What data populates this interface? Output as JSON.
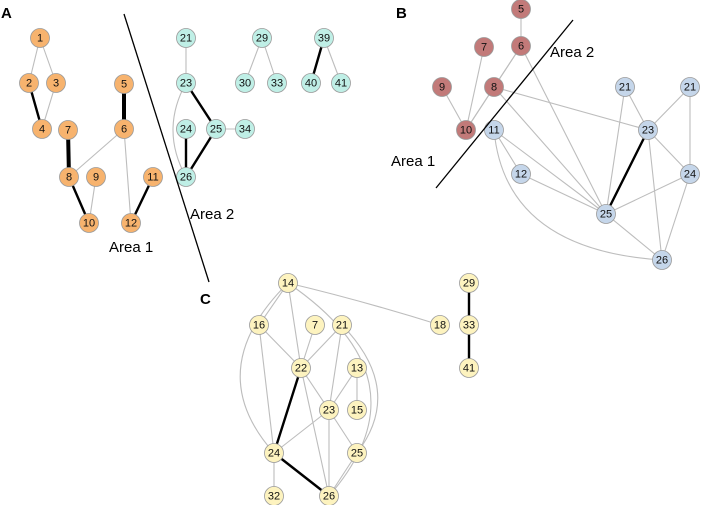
{
  "colors": {
    "A_area1": "#F7B36E",
    "A_area2": "#BFEFE6",
    "B_area1": "#C27A79",
    "B_area2": "#C5D6EA",
    "C": "#FDF3BF",
    "edge_light": "#BDBDBD",
    "edge_strong": "#000000"
  },
  "panels": [
    {
      "label": "A",
      "area_labels": [
        "Area 1",
        "Area 2"
      ],
      "nodes": [
        {
          "id": "1",
          "group": "area1"
        },
        {
          "id": "2",
          "group": "area1"
        },
        {
          "id": "3",
          "group": "area1"
        },
        {
          "id": "4",
          "group": "area1"
        },
        {
          "id": "5",
          "group": "area1"
        },
        {
          "id": "6",
          "group": "area1"
        },
        {
          "id": "7",
          "group": "area1"
        },
        {
          "id": "8",
          "group": "area1"
        },
        {
          "id": "9",
          "group": "area1"
        },
        {
          "id": "10",
          "group": "area1"
        },
        {
          "id": "11",
          "group": "area1"
        },
        {
          "id": "12",
          "group": "area1"
        },
        {
          "id": "21",
          "group": "area2"
        },
        {
          "id": "23",
          "group": "area2"
        },
        {
          "id": "24",
          "group": "area2"
        },
        {
          "id": "25",
          "group": "area2"
        },
        {
          "id": "26",
          "group": "area2"
        },
        {
          "id": "29",
          "group": "area2"
        },
        {
          "id": "30",
          "group": "area2"
        },
        {
          "id": "33",
          "group": "area2"
        },
        {
          "id": "34",
          "group": "area2"
        },
        {
          "id": "39",
          "group": "area2"
        },
        {
          "id": "40",
          "group": "area2"
        },
        {
          "id": "41",
          "group": "area2"
        }
      ],
      "edges": [
        [
          "1",
          "2",
          "light"
        ],
        [
          "1",
          "3",
          "light"
        ],
        [
          "2",
          "4",
          "strong"
        ],
        [
          "3",
          "4",
          "light"
        ],
        [
          "5",
          "6",
          "heavy"
        ],
        [
          "6",
          "8",
          "light"
        ],
        [
          "6",
          "12",
          "light"
        ],
        [
          "7",
          "8",
          "heavy"
        ],
        [
          "8",
          "10",
          "strong"
        ],
        [
          "9",
          "10",
          "light"
        ],
        [
          "11",
          "12",
          "strong"
        ],
        [
          "21",
          "23",
          "light"
        ],
        [
          "23",
          "25",
          "strong"
        ],
        [
          "23",
          "26",
          "light"
        ],
        [
          "24",
          "26",
          "strong"
        ],
        [
          "25",
          "26",
          "strong"
        ],
        [
          "25",
          "34",
          "light"
        ],
        [
          "29",
          "30",
          "light"
        ],
        [
          "29",
          "33",
          "light"
        ],
        [
          "39",
          "40",
          "strong"
        ],
        [
          "39",
          "41",
          "light"
        ]
      ]
    },
    {
      "label": "B",
      "area_labels": [
        "Area 1",
        "Area 2"
      ],
      "nodes": [
        {
          "id": "5",
          "group": "area1"
        },
        {
          "id": "6",
          "group": "area1"
        },
        {
          "id": "7",
          "group": "area1"
        },
        {
          "id": "8",
          "group": "area1"
        },
        {
          "id": "9",
          "group": "area1"
        },
        {
          "id": "10",
          "group": "area1"
        },
        {
          "id": "11",
          "group": "area2"
        },
        {
          "id": "12",
          "group": "area2"
        },
        {
          "id": "21",
          "group": "area2"
        },
        {
          "id": "21",
          "group": "area2"
        },
        {
          "id": "23",
          "group": "area2"
        },
        {
          "id": "24",
          "group": "area2"
        },
        {
          "id": "25",
          "group": "area2"
        },
        {
          "id": "26",
          "group": "area2"
        }
      ],
      "edges": [
        [
          "5",
          "6",
          "light"
        ],
        [
          "6",
          "8",
          "light"
        ],
        [
          "6",
          "10",
          "light"
        ],
        [
          "6",
          "25",
          "light"
        ],
        [
          "7",
          "10",
          "light"
        ],
        [
          "8",
          "10",
          "light"
        ],
        [
          "9",
          "10",
          "light"
        ],
        [
          "8",
          "23",
          "light"
        ],
        [
          "8",
          "25",
          "light"
        ],
        [
          "11",
          "12",
          "light"
        ],
        [
          "11",
          "25",
          "light"
        ],
        [
          "12",
          "25",
          "light"
        ],
        [
          "21a",
          "23",
          "light"
        ],
        [
          "21a",
          "25",
          "light"
        ],
        [
          "21b",
          "23",
          "light"
        ],
        [
          "21b",
          "24",
          "light"
        ],
        [
          "23",
          "25",
          "strong"
        ],
        [
          "23",
          "24",
          "light"
        ],
        [
          "23",
          "26",
          "light"
        ],
        [
          "24",
          "25",
          "light"
        ],
        [
          "24",
          "26",
          "light"
        ],
        [
          "25",
          "26",
          "light"
        ],
        [
          "11",
          "26",
          "light"
        ]
      ]
    },
    {
      "label": "C",
      "nodes": [
        {
          "id": "7"
        },
        {
          "id": "13"
        },
        {
          "id": "14"
        },
        {
          "id": "15"
        },
        {
          "id": "16"
        },
        {
          "id": "18"
        },
        {
          "id": "21"
        },
        {
          "id": "22"
        },
        {
          "id": "23"
        },
        {
          "id": "24"
        },
        {
          "id": "25"
        },
        {
          "id": "26"
        },
        {
          "id": "29"
        },
        {
          "id": "32"
        },
        {
          "id": "33"
        },
        {
          "id": "41"
        }
      ],
      "edges": [
        [
          "14",
          "16",
          "light"
        ],
        [
          "14",
          "22",
          "light"
        ],
        [
          "14",
          "18",
          "light"
        ],
        [
          "14",
          "24",
          "light"
        ],
        [
          "14",
          "26",
          "light"
        ],
        [
          "16",
          "22",
          "light"
        ],
        [
          "16",
          "24",
          "light"
        ],
        [
          "7",
          "22",
          "light"
        ],
        [
          "21",
          "22",
          "light"
        ],
        [
          "21",
          "23",
          "light"
        ],
        [
          "21",
          "25",
          "light"
        ],
        [
          "22",
          "23",
          "light"
        ],
        [
          "22",
          "24",
          "strong"
        ],
        [
          "22",
          "26",
          "light"
        ],
        [
          "13",
          "15",
          "light"
        ],
        [
          "13",
          "23",
          "light"
        ],
        [
          "23",
          "24",
          "light"
        ],
        [
          "23",
          "25",
          "light"
        ],
        [
          "23",
          "26",
          "light"
        ],
        [
          "24",
          "26",
          "strong"
        ],
        [
          "24",
          "32",
          "light"
        ],
        [
          "25",
          "26",
          "light"
        ],
        [
          "29",
          "33",
          "strong"
        ],
        [
          "33",
          "41",
          "strong"
        ]
      ]
    }
  ]
}
